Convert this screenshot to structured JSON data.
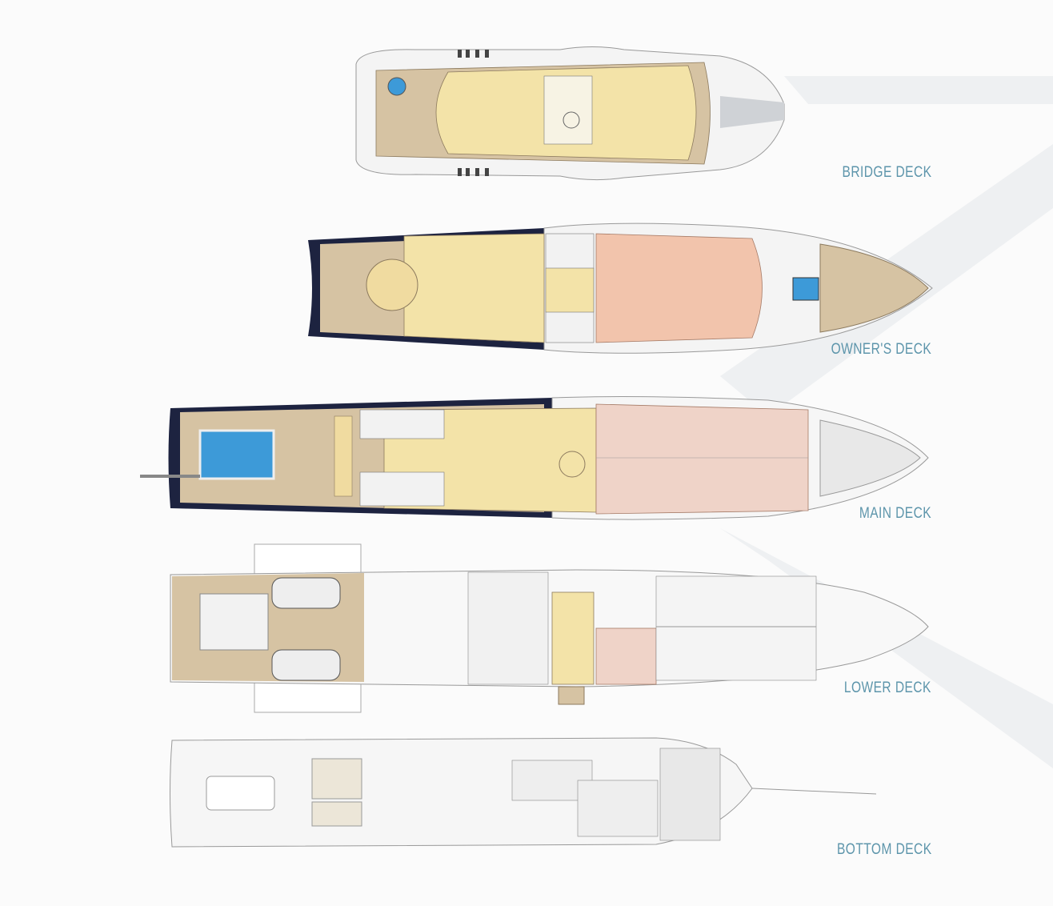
{
  "decks": [
    {
      "label": "BRIDGE DECK"
    },
    {
      "label": "OWNER'S DECK"
    },
    {
      "label": "MAIN DECK"
    },
    {
      "label": "LOWER DECK"
    },
    {
      "label": "BOTTOM DECK"
    }
  ],
  "colors": {
    "label": "#5d95ab",
    "teak": "#d6c3a3",
    "salon": "#f3e3a8",
    "owner_suite": "#f2c4ac",
    "guest_cabins": "#efd3c8",
    "hull_dark": "#1d2340",
    "pool": "#3d9ad8",
    "technical": "#f2f2f2"
  }
}
